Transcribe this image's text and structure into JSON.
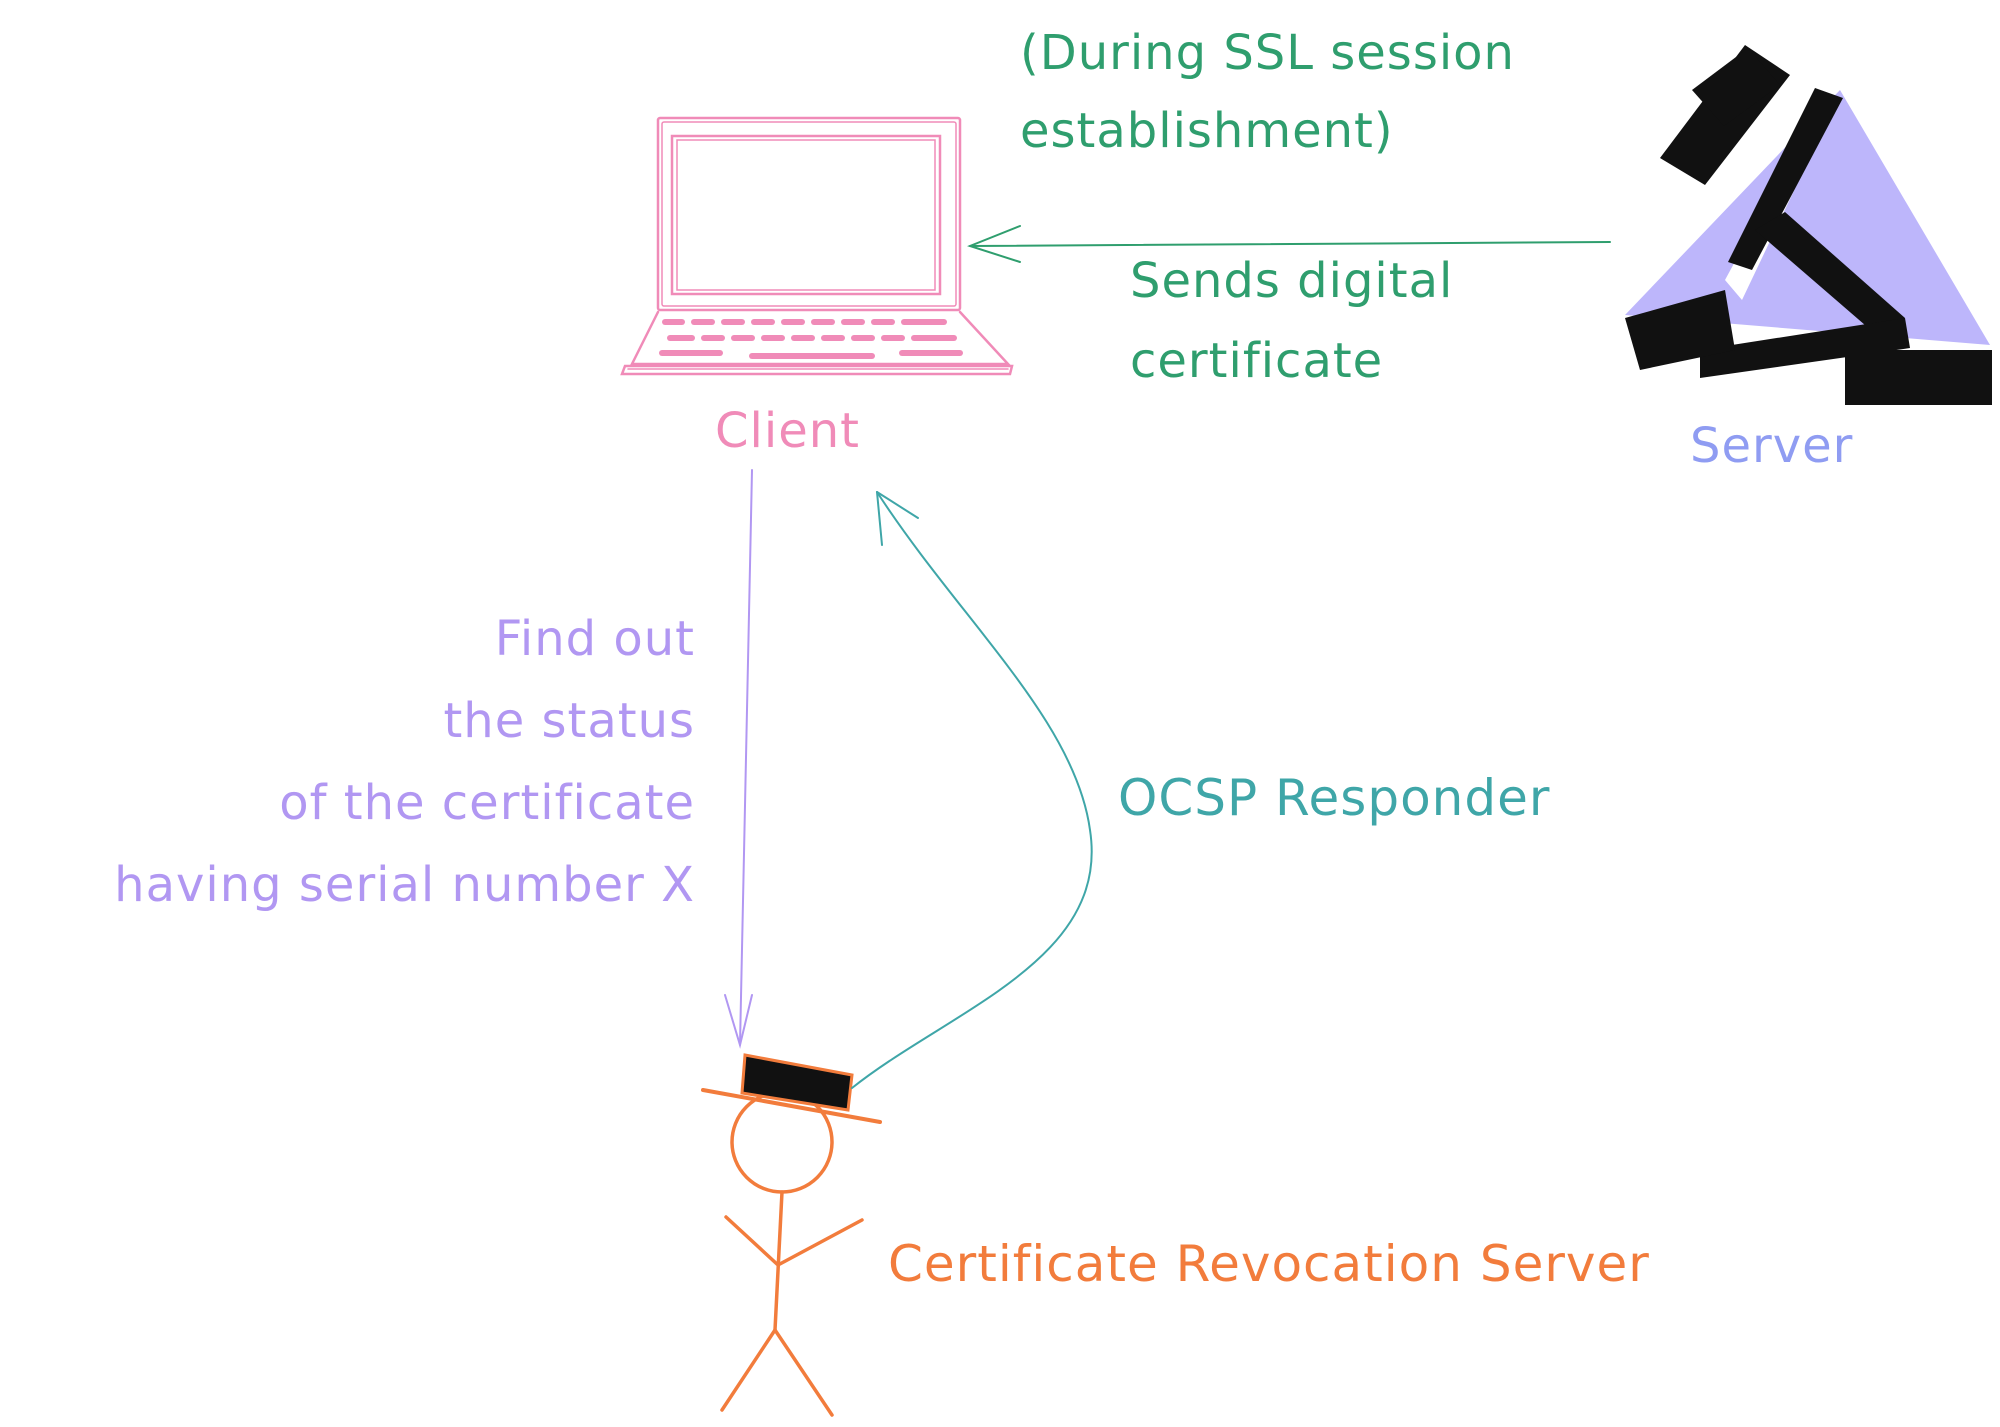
{
  "nodes": {
    "client": {
      "label": "Client"
    },
    "server": {
      "label": "Server"
    },
    "revocation_server": {
      "label": "Certificate Revocation Server"
    }
  },
  "edges": {
    "server_to_client": {
      "label_line1": "Sends digital",
      "label_line2": "certificate",
      "note_line1": "(During SSL session",
      "note_line2": "establishment)"
    },
    "client_to_revocation": {
      "label_lines": [
        "Find out",
        "the status",
        "of the certificate",
        "having serial number X"
      ]
    },
    "revocation_to_client": {
      "label": "OCSP Responder"
    }
  },
  "colors": {
    "client": "#f08bb8",
    "server_fill": "#bdb6fb",
    "server_ink": "#111111",
    "server_label": "#8f9cf2",
    "revocation": "#f27c3c",
    "hat": "#111111",
    "note": "#2f9e6e",
    "request": "#b197f2",
    "response": "#3fa6a8"
  },
  "icons": {
    "client": "laptop-icon",
    "server": "server-logo-icon",
    "revocation_server": "stick-figure-with-hat-icon"
  }
}
